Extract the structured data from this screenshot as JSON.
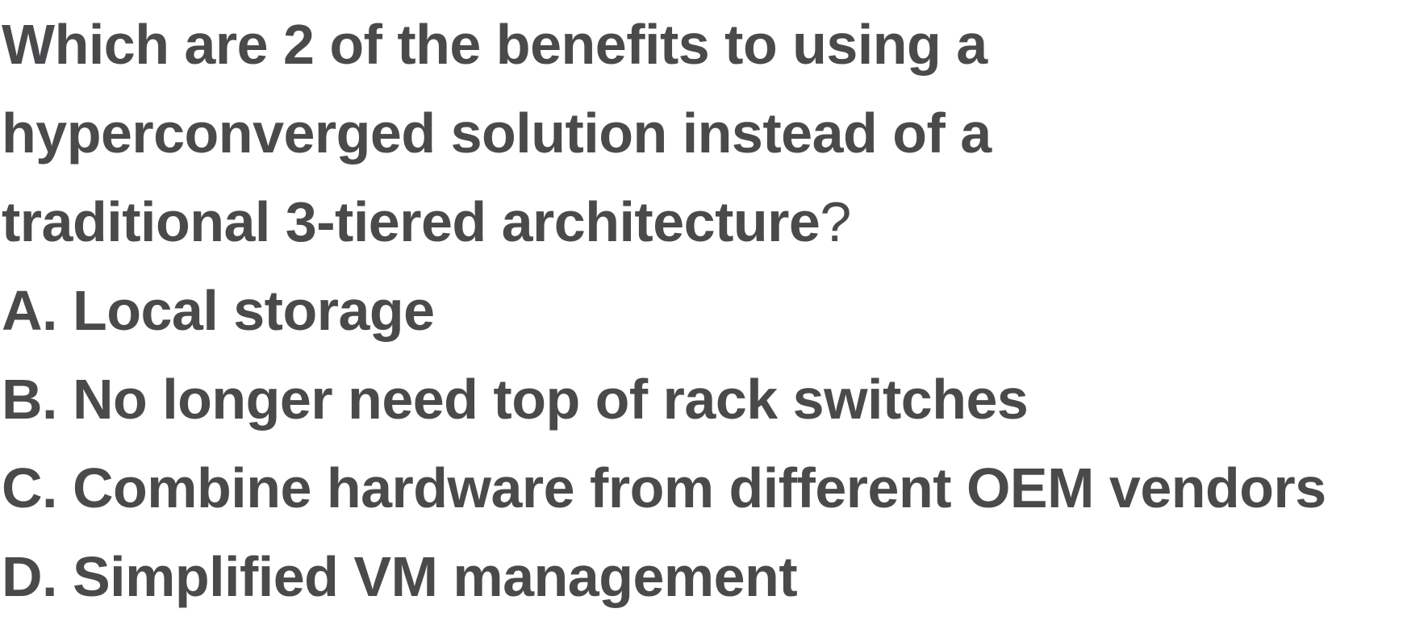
{
  "question": {
    "text": "Which are 2 of the benefits to using a hyperconverged solution instead of a traditional 3-tiered architecture",
    "mark": "?"
  },
  "options": [
    {
      "letter": "A.",
      "text": "Local storage"
    },
    {
      "letter": "B.",
      "text": "No longer need top of rack switches"
    },
    {
      "letter": "C.",
      "text": "Combine hardware from different OEM vendors"
    },
    {
      "letter": "D.",
      "text": "Simplified VM management"
    }
  ],
  "colors": {
    "text": "#4a4a4c",
    "background": "#ffffff"
  }
}
